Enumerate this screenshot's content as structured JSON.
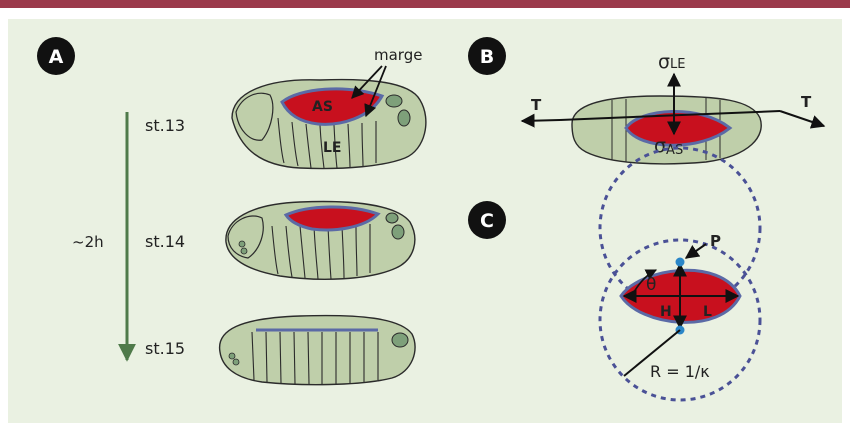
{
  "panels": {
    "a": {
      "letter": "A",
      "time_label": "~2h",
      "stages": [
        "st.13",
        "st.14",
        "st.15"
      ],
      "amnioserosa_label": "AS",
      "leading_edge_label": "LE",
      "margin_label": "marge"
    },
    "b": {
      "letter": "B",
      "sigma_le": "σ",
      "sigma_le_sub": "LE",
      "sigma_as": "σ",
      "sigma_as_sub": "AS",
      "tension_left": "T",
      "tension_right": "T"
    },
    "c": {
      "letter": "C",
      "point_label": "P",
      "angle_label": "θ",
      "height_label": "H",
      "length_label": "L",
      "radius_label": "R = 1/κ"
    }
  },
  "colors": {
    "background": "#eaf1e2",
    "top_rule": "#9b3a4b",
    "embryo_fill": "#bfcfaa",
    "embryo_stroke": "#2b2b2b",
    "amnioserosa": "#c8101e",
    "leading_edge": "#5b6aa6",
    "time_arrow": "#4f7a4a",
    "dashed_circle": "#4a5196",
    "point": "#2a86c8"
  }
}
